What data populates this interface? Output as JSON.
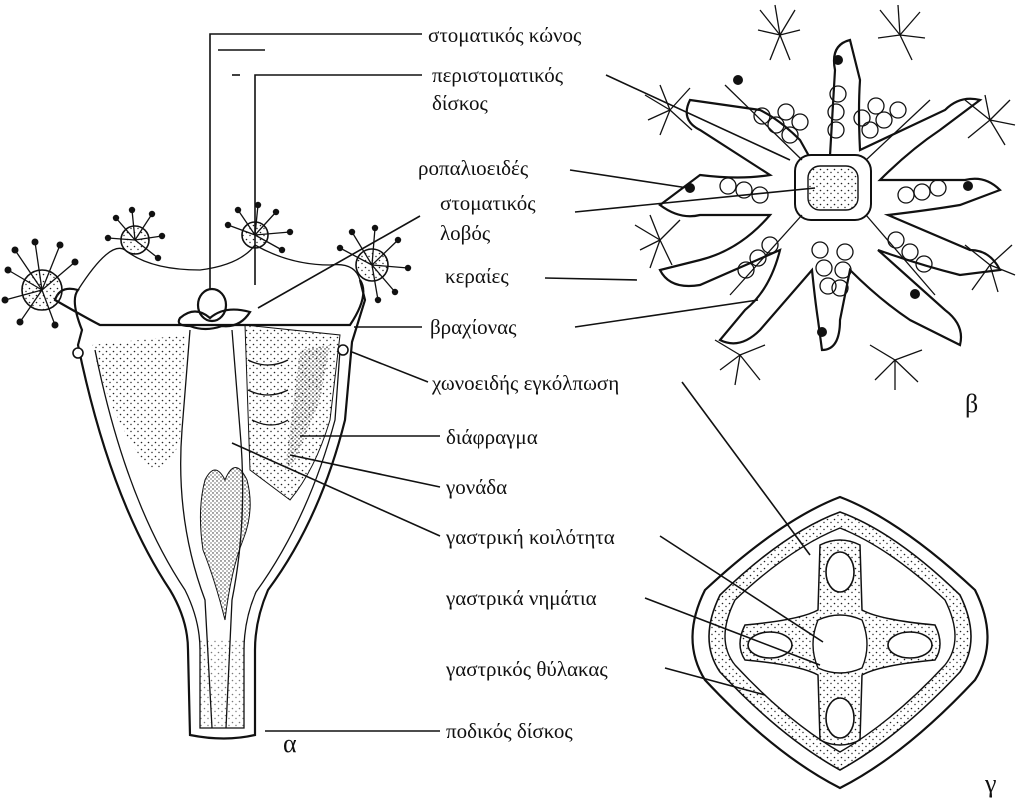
{
  "labels": {
    "oral_cone": "στοματικός κώνος",
    "peristomial_disc_1": "περιστοματικός",
    "peristomial_disc_2": "δίσκος",
    "rhopalioid": "ροπαλιοειδές",
    "oral_lobe_1": "στοματικός",
    "oral_lobe_2": "λοβός",
    "tentacles": "κεραίες",
    "arm": "βραχίονας",
    "infundibulum": "χωνοειδής εγκόλπωση",
    "septum": "διάφραγμα",
    "gonad": "γονάδα",
    "gastric_cavity": "γαστρική κοιλότητα",
    "gastric_filaments": "γαστρικά νημάτια",
    "gastric_pouch": "γαστρικός θύλακας",
    "pedal_disc": "ποδικός δίσκος"
  },
  "panels": {
    "a": "α",
    "b": "β",
    "c": "γ"
  }
}
